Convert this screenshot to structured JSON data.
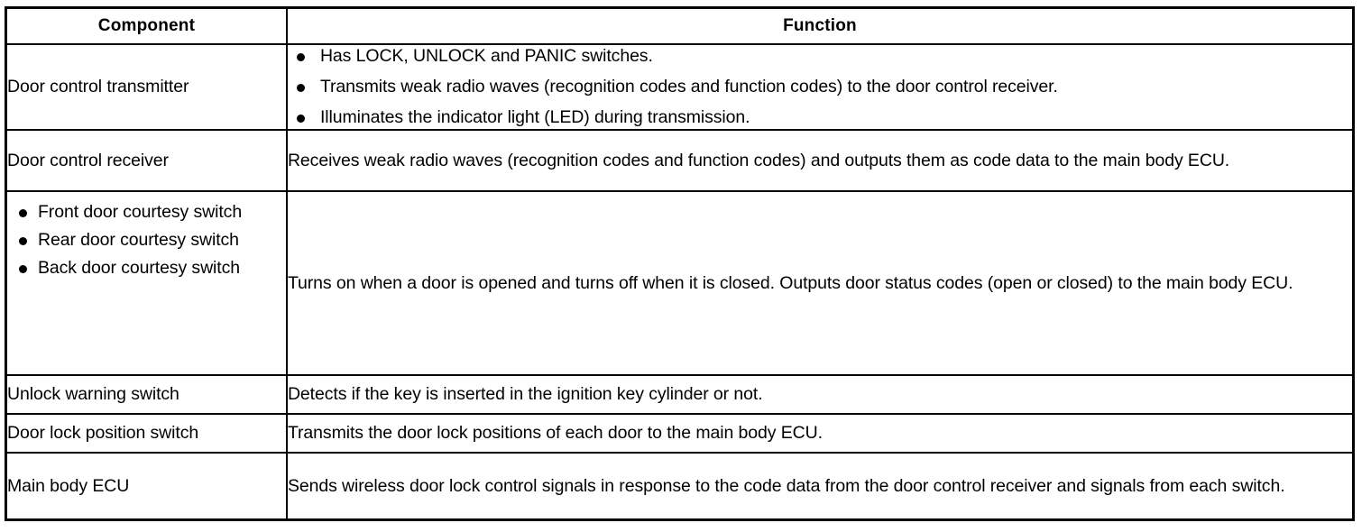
{
  "table": {
    "name": "component-function-table",
    "columns": [
      {
        "key": "component",
        "header": "Component"
      },
      {
        "key": "function",
        "header": "Function"
      }
    ],
    "rows": [
      {
        "id": "door-control-transmitter",
        "component": {
          "text": "Door control transmitter",
          "bullets": []
        },
        "function": {
          "text": "",
          "bullets": [
            "Has LOCK, UNLOCK and PANIC switches.",
            "Transmits weak radio waves (recognition codes and function codes) to the door control receiver.",
            "Illuminates the indicator light (LED) during transmission."
          ]
        }
      },
      {
        "id": "door-control-receiver",
        "component": {
          "text": "Door control receiver",
          "bullets": []
        },
        "function": {
          "text": "Receives weak radio waves (recognition codes and function codes) and outputs them as code data to the main body ECU.",
          "bullets": []
        }
      },
      {
        "id": "courtesy-switches",
        "component": {
          "text": "",
          "bullets": [
            "Front door courtesy switch",
            "Rear door courtesy switch",
            "Back door courtesy switch"
          ]
        },
        "function": {
          "text": "Turns on when a door is opened and turns off when it is closed. Outputs door status codes (open or closed) to the main body ECU.",
          "bullets": []
        }
      },
      {
        "id": "unlock-warning-switch",
        "component": {
          "text": "Unlock warning switch",
          "bullets": []
        },
        "function": {
          "text": "Detects if the key is inserted in the ignition key cylinder or not.",
          "bullets": []
        }
      },
      {
        "id": "door-lock-position-switch",
        "component": {
          "text": "Door lock position switch",
          "bullets": []
        },
        "function": {
          "text": "Transmits the door lock positions of each door to the main body ECU.",
          "bullets": []
        }
      },
      {
        "id": "main-body-ecu",
        "component": {
          "text": "Main body ECU",
          "bullets": []
        },
        "function": {
          "text": "Sends wireless door lock control signals in response to the code data from the door control receiver and signals from each switch.",
          "bullets": []
        }
      }
    ]
  },
  "style": {
    "text_color": "#000000",
    "border_color": "#000000",
    "background": "#ffffff"
  }
}
